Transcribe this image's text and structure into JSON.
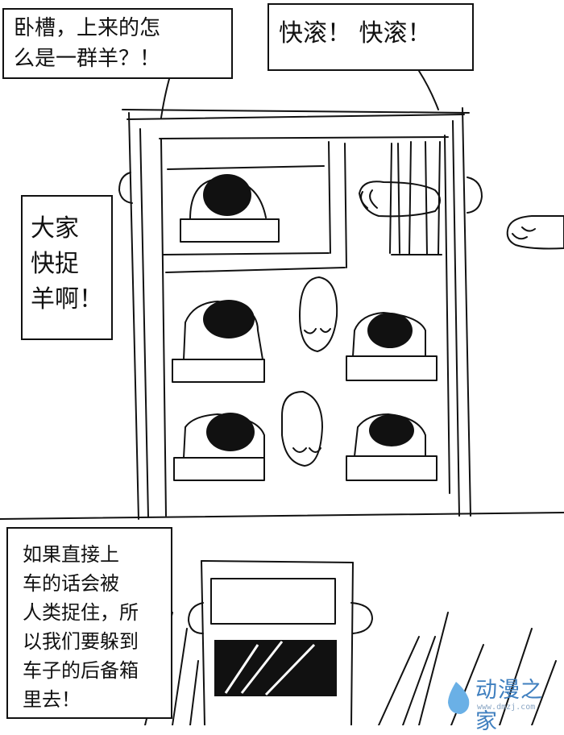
{
  "panel_top": {
    "bubble_1": "卧槽，上来的怎\n么是一群羊？！",
    "bubble_2": "快滚！ 快滚！",
    "bubble_3": "大家\n快捉\n羊啊！"
  },
  "panel_bottom": {
    "narration": "如果直接上\n车的话会被\n人类捉住，所\n以我们要躲到\n车子的后备箱\n里去！"
  },
  "watermark": {
    "text": "动漫之家",
    "url": "www.dmzj.com"
  },
  "colors": {
    "ink": "#111111",
    "paper": "#ffffff",
    "watermark_blue": "#3f7fbf"
  }
}
